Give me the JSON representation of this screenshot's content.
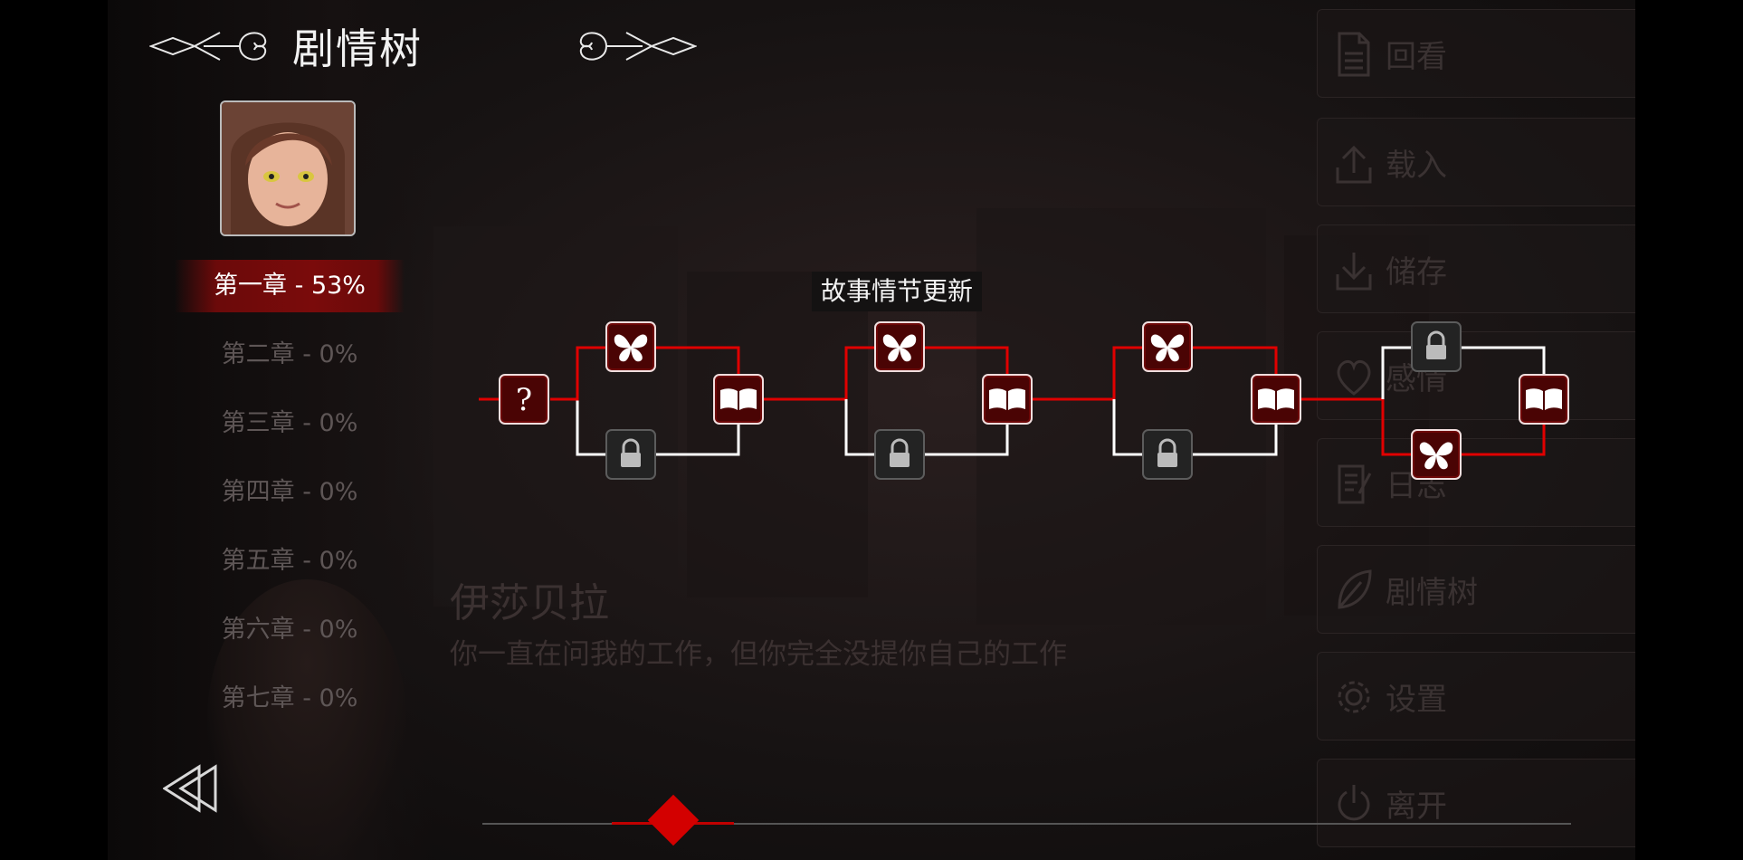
{
  "header": {
    "title": "剧情树"
  },
  "chapters": [
    {
      "label": "第一章 - 53%",
      "active": true
    },
    {
      "label": "第二章 - 0%",
      "active": false
    },
    {
      "label": "第三章 - 0%",
      "active": false
    },
    {
      "label": "第四章 - 0%",
      "active": false
    },
    {
      "label": "第五章 - 0%",
      "active": false
    },
    {
      "label": "第六章 - 0%",
      "active": false
    },
    {
      "label": "第七章 - 0%",
      "active": false
    }
  ],
  "dialog": {
    "speaker": "伊莎贝拉",
    "line": "你一直在问我的工作，但你完全没提你自己的工作"
  },
  "menu": [
    {
      "label": "回看",
      "icon": "document-icon"
    },
    {
      "label": "载入",
      "icon": "upload-icon"
    },
    {
      "label": "储存",
      "icon": "download-icon"
    },
    {
      "label": "感情",
      "icon": "heart-icon"
    },
    {
      "label": "日志",
      "icon": "journal-icon"
    },
    {
      "label": "剧情树",
      "icon": "leaf-icon"
    },
    {
      "label": "设置",
      "icon": "gear-icon"
    },
    {
      "label": "离开",
      "icon": "power-icon"
    }
  ],
  "tree": {
    "tooltip": "故事情节更新",
    "nodes": {
      "start": "question-icon",
      "choice": "butterfly-icon",
      "end": "book-icon",
      "locked": "lock-icon"
    }
  },
  "slider": {
    "progress_fraction": 0.19
  },
  "colors": {
    "accent": "#c00000",
    "active_chapter_bg": "#7a0b0b",
    "node_bg": "#4a0404"
  }
}
